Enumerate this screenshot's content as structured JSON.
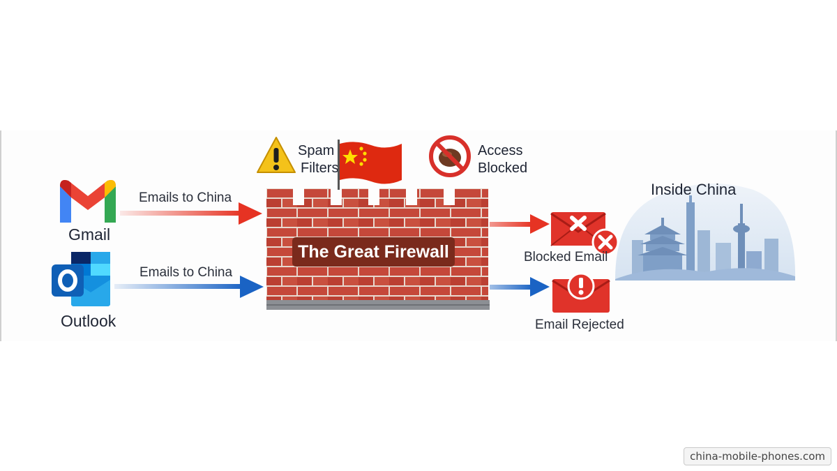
{
  "senders": [
    {
      "name": "Gmail",
      "icon": "gmail-icon",
      "arrow_label": "Emails to China",
      "arrow_color": "#e63323"
    },
    {
      "name": "Outlook",
      "icon": "outlook-icon",
      "arrow_label": "Emails to China",
      "arrow_color": "#1a63c4"
    }
  ],
  "firewall": {
    "title": "The Great Firewall",
    "brick_color": "#c5483a",
    "flag_icon": "china-flag-icon"
  },
  "badges": {
    "spam": {
      "label_line1": "Spam",
      "label_line2": "Filters",
      "icon": "warning-icon"
    },
    "access": {
      "label_line1": "Access",
      "label_line2": "Blocked",
      "icon": "blocked-icon"
    }
  },
  "outcomes": [
    {
      "label": "Blocked Email",
      "icon": "envelope-x-icon"
    },
    {
      "label": "Email Rejected",
      "icon": "envelope-exclamation-icon"
    }
  ],
  "destination": {
    "label": "Inside China",
    "icon": "china-skyline-icon"
  },
  "watermark": "china-mobile-phones.com"
}
